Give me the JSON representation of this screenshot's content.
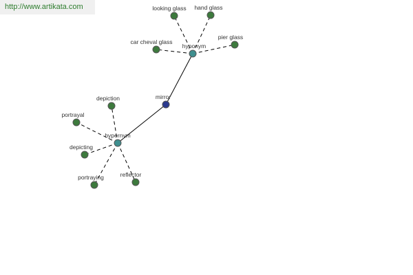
{
  "source_link": "http://www.artikata.com",
  "colors": {
    "center_node": "#2b3a8f",
    "relation_node": "#3f8f8f",
    "leaf_node": "#3d7a3d",
    "node_stroke": "#555555",
    "link_text": "#2e7d2e"
  },
  "graph": {
    "center": {
      "id": "mirror",
      "label": "mirror"
    },
    "relations": [
      {
        "id": "hyponym",
        "label": "hyponym"
      },
      {
        "id": "hypernym",
        "label": "hypernym"
      }
    ],
    "leaves": [
      {
        "id": "looking-glass",
        "label": "looking glass",
        "relation": "hyponym"
      },
      {
        "id": "hand-glass",
        "label": "hand glass",
        "relation": "hyponym"
      },
      {
        "id": "car-cheval-glass",
        "label": "car cheval glass",
        "relation": "hyponym"
      },
      {
        "id": "pier-glass",
        "label": "pier glass",
        "relation": "hyponym"
      },
      {
        "id": "depiction",
        "label": "depiction",
        "relation": "hypernym"
      },
      {
        "id": "portrayal",
        "label": "portrayal",
        "relation": "hypernym"
      },
      {
        "id": "depicting",
        "label": "depicting",
        "relation": "hypernym"
      },
      {
        "id": "portraying",
        "label": "portraying",
        "relation": "hypernym"
      },
      {
        "id": "reflector",
        "label": "reflector",
        "relation": "hypernym"
      }
    ]
  }
}
